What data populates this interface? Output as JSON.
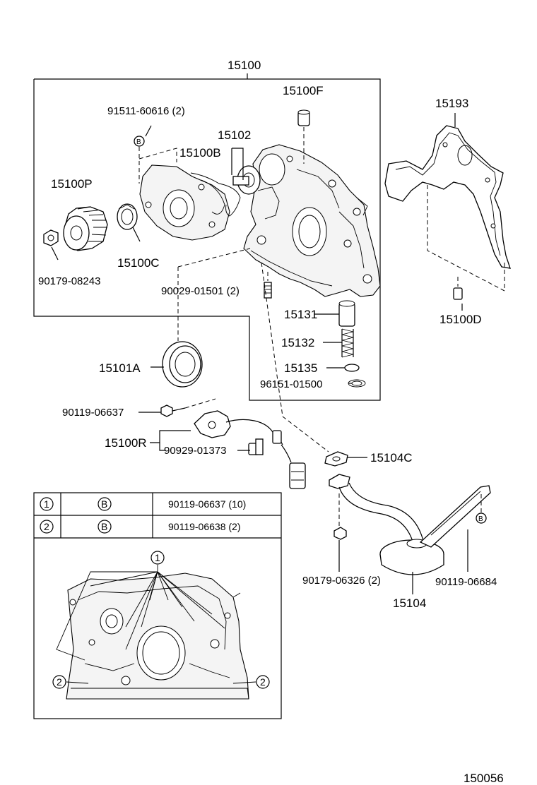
{
  "labels": {
    "p15100": "15100",
    "p15100F": "15100F",
    "p91511": "91511-60616 (2)",
    "p15102": "15102",
    "p15100B": "15100B",
    "p15100P": "15100P",
    "p15100C": "15100C",
    "p90179_08243": "90179-08243",
    "p90029": "90029-01501 (2)",
    "p15131": "15131",
    "p15132": "15132",
    "p15135": "15135",
    "p96151": "96151-01500",
    "p15101A": "15101A",
    "p90119_06637": "90119-06637",
    "p15100R": "15100R",
    "p90929": "90929-01373",
    "p15104C": "15104C",
    "p15193": "15193",
    "p15100D": "15100D",
    "p90179_06326": "90179-06326 (2)",
    "p90119_06684": "90119-06684",
    "p15104": "15104",
    "diagram_id": "150056",
    "callout_1": "1",
    "callout_2": "2",
    "callout_B": "B"
  },
  "bolt_table": {
    "rows": [
      {
        "num": "1",
        "symbol": "B",
        "part": "90119-06637 (10)"
      },
      {
        "num": "2",
        "symbol": "B",
        "part": "90119-06638 (2)"
      }
    ]
  }
}
